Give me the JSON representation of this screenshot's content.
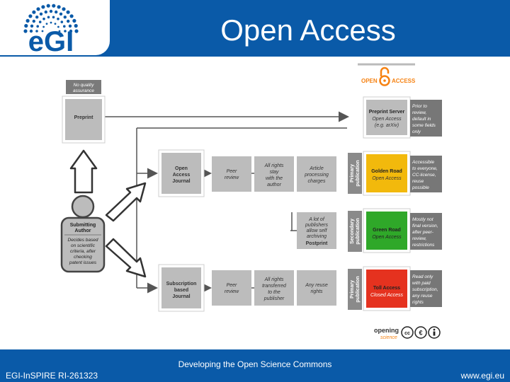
{
  "header": {
    "title": "Open Access",
    "logo_text": "eGI"
  },
  "diagram": {
    "oa_logo_left": "OPEN",
    "oa_logo_right": "ACCESS",
    "no_quality": [
      "No quality",
      "assurance"
    ],
    "preprint": "Preprint",
    "author_title": [
      "Submitting",
      "Author"
    ],
    "author_desc": [
      "Decides based",
      "on scientific",
      "criteria, after",
      "checking",
      "patent issues"
    ],
    "oa_journal": [
      "Open",
      "Access",
      "Journal"
    ],
    "sub_journal": [
      "Subscription",
      "based",
      "Journal"
    ],
    "peer_review": [
      "Peer",
      "review"
    ],
    "rights_author": [
      "All rights",
      "stay",
      "with the",
      "author"
    ],
    "apc": [
      "Article",
      "processing",
      "charges"
    ],
    "self_archiving": [
      "A lot of",
      "publishers",
      "allow self",
      "archiving"
    ],
    "postprint": "Postprint",
    "rights_publisher": [
      "All rights",
      "transferred",
      "to the",
      "publisher"
    ],
    "any_reuse": [
      "Any reuse",
      "rights"
    ],
    "primary_pub": [
      "Primary",
      "publication"
    ],
    "secondary_pub": [
      "Secondary",
      "publication"
    ],
    "preprint_server_title": "Preprint Server",
    "preprint_server_sub": [
      "Open Access",
      "(e.g. arXiv)"
    ],
    "golden_title": "Golden Road",
    "golden_sub": "Open Access",
    "green_title": "Green Road",
    "green_sub": "Open Access",
    "toll_title": "Toll Access",
    "toll_sub": "Closed Access",
    "note_preprint": [
      "Prior to",
      "review,",
      "default in",
      "some fields",
      "only"
    ],
    "note_golden": [
      "Accessible",
      "to everyone,",
      "CC-license,",
      "reuse",
      "possible"
    ],
    "note_green": [
      "Mostly not",
      "final version,",
      "after peer-",
      "review,",
      "restrictions"
    ],
    "note_toll": [
      "Read only",
      "with paid",
      "subscription,",
      "any reuse",
      "rights"
    ],
    "opening_logo": [
      "opening",
      "science"
    ]
  },
  "footer": {
    "center": "Developing the Open Science Commons",
    "left": "EGI-InSPIRE RI-261323",
    "right": "www.egi.eu"
  },
  "colors": {
    "brand_blue": "#0a5aa8",
    "gold": "#f2b90c",
    "green": "#2fa829",
    "red": "#e5321f",
    "oa_orange": "#f68212"
  }
}
